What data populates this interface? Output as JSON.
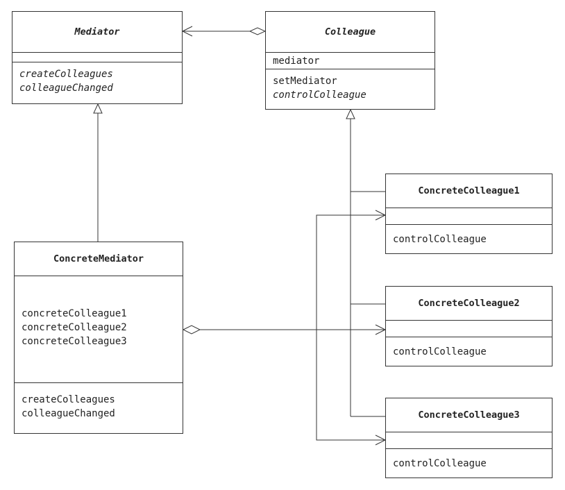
{
  "mediator": {
    "name": "Mediator",
    "operations": [
      "createColleagues",
      "colleagueChanged"
    ]
  },
  "colleague": {
    "name": "Colleague",
    "attribute": "mediator",
    "operations": [
      "setMediator",
      "controlColleague"
    ]
  },
  "concrete_mediator": {
    "name": "ConcreteMediator",
    "attributes": [
      "concreteColleague1",
      "concreteColleague2",
      "concreteColleague3"
    ],
    "operations": [
      "createColleagues",
      "colleagueChanged"
    ]
  },
  "concrete_colleagues": [
    {
      "name": "ConcreteColleague1",
      "operation": "controlColleague"
    },
    {
      "name": "ConcreteColleague2",
      "operation": "controlColleague"
    },
    {
      "name": "ConcreteColleague3",
      "operation": "controlColleague"
    }
  ]
}
